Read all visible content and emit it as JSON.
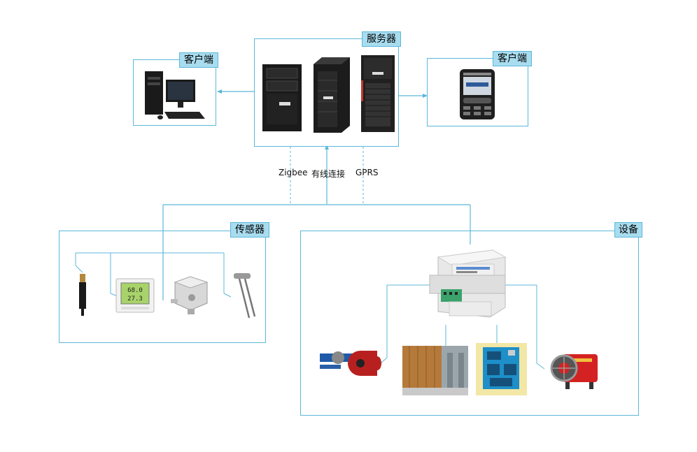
{
  "server": {
    "label": "服务器"
  },
  "client_pc": {
    "label": "客户端"
  },
  "client_phone": {
    "label": "客户端"
  },
  "sensors": {
    "label": "传感器"
  },
  "equipment": {
    "label": "设备"
  },
  "connections": {
    "zigbee": "Zigbee",
    "wired": "有线连接",
    "gprs": "GPRS"
  },
  "humidity_display": {
    "line1": "68.0",
    "line2": "27.3"
  },
  "colors": {
    "line": "#5bb8d8",
    "tag_bg": "#a8dcef"
  }
}
